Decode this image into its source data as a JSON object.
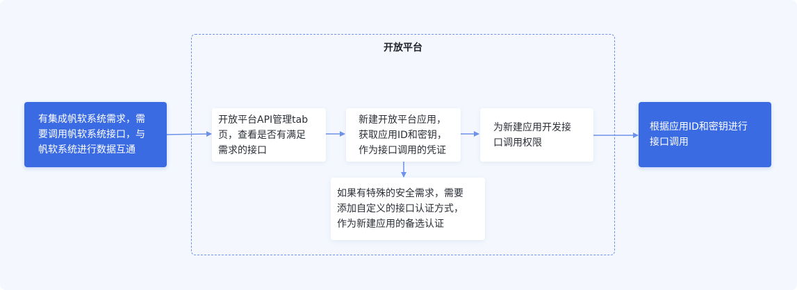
{
  "diagram": {
    "group": {
      "title": "开放平台"
    },
    "nodes": {
      "start": {
        "text": "有集成帆软系统需求，需\n要调用帆软系统接口，与\n帆软系统进行数据互通"
      },
      "step1": {
        "text": "开放平台API管理tab\n页，查看是否有满足\n需求的接口"
      },
      "step2": {
        "text": "新建开放平台应用，\n获取应用ID和密钥，\n作为接口调用的凭证"
      },
      "step3": {
        "text": "为新建应用开发接\n口调用权限"
      },
      "step2b": {
        "text": "如果有特殊的安全需求，需要\n添加自定义的接口认证方式，\n作为新建应用的备选认证"
      },
      "end": {
        "text": "根据应用ID和密钥进行\n接口调用"
      }
    },
    "colors": {
      "primary": "#3b6be3",
      "edge": "#6d92ea",
      "background": "#f4f8fe"
    }
  }
}
